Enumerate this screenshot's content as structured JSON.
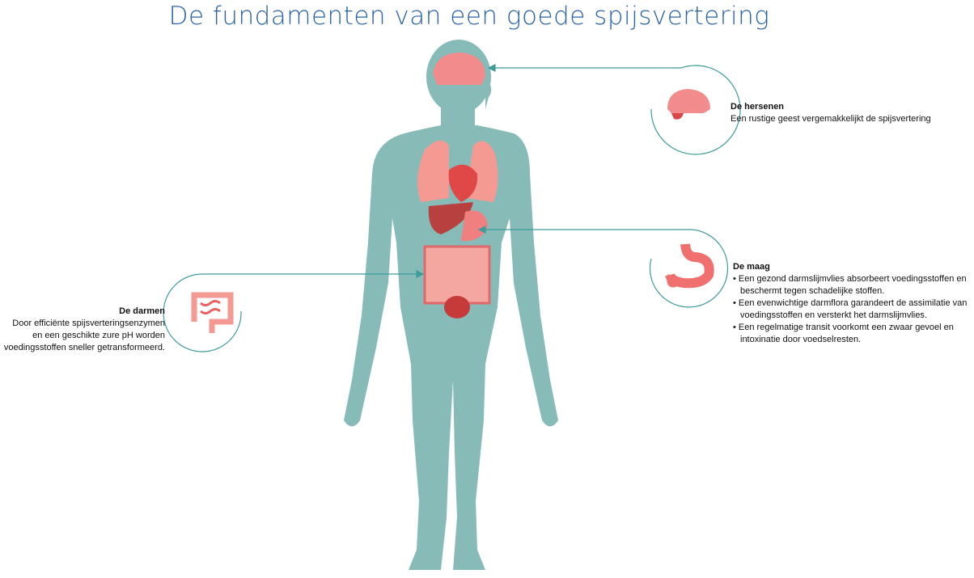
{
  "title": "De fundamenten van een goede spijsvertering",
  "brain": {
    "heading": "De hersenen",
    "text": "Een rustige geest vergemakkelijkt de spijsvertering"
  },
  "stomach": {
    "heading": "De maag",
    "bullets": [
      "Een gezond darmslijmvlies absorbeert voedingsstoffen en beschermt tegen schadelijke stoffen.",
      "Een evenwichtige darmflora garandeert de assimilatie van voedingsstoffen en versterkt het darmslijmvlies.",
      "Een regelmatige transit voorkomt een zwaar gevoel en intoxinatie door voedselresten."
    ]
  },
  "intestines": {
    "heading": "De darmen",
    "text": "Door efficiënte spijsverteringsenzymen en een geschikte zure pH worden voedingsstoffen sneller getransformeerd."
  },
  "colors": {
    "body": "#86bbb8",
    "line": "#3e9b9a",
    "organ": "#f08080",
    "title": "#2a63a8"
  }
}
